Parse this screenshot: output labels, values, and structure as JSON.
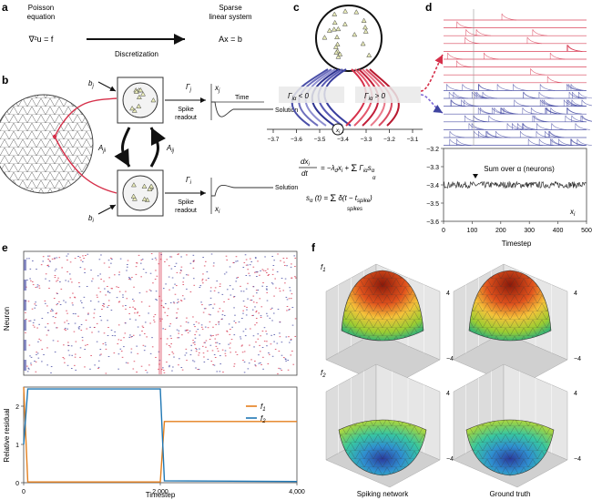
{
  "panels": {
    "a": {
      "label": "a",
      "left_title_1": "Poisson",
      "left_title_2": "equation",
      "equation": "∇²u = f",
      "arrow_label": "Discretization",
      "right_title_1": "Sparse",
      "right_title_2": "linear system",
      "system": "Ax = b"
    },
    "b": {
      "label": "b",
      "bj": "b",
      "bj_sub": "j",
      "bi": "b",
      "bi_sub": "i",
      "Aji": "A",
      "Aji_sub": "ji",
      "Aij": "A",
      "Aij_sub": "ij",
      "gamma_j": "Γ",
      "gamma_j_sub": "j",
      "gamma_i": "Γ",
      "gamma_i_sub": "i",
      "spike_readout_1": "Spike",
      "spike_readout_2": "readout",
      "xj": "x",
      "xj_sub": "j",
      "xi": "x",
      "xi_sub": "i",
      "time_label": "Time",
      "solution_label_top": "Solution",
      "solution_label_bottom": "Solution"
    },
    "c": {
      "label": "c",
      "gamma_neg": "Γ",
      "gamma_neg_sub": "iα",
      "gamma_neg_tail": " < 0",
      "gamma_pos": "Γ",
      "gamma_pos_sub": "iα",
      "gamma_pos_tail": " > 0",
      "axis_ticks": [
        "−3.7",
        "−3.6",
        "−3.5",
        "−3.4",
        "−3.3",
        "−3.2",
        "−3.1"
      ],
      "node_label": "x",
      "node_sub": "i",
      "eq1_lhs_num": "dx",
      "eq1_lhs_num_sub": "i",
      "eq1_lhs_den": "dt",
      "eq1_rhs": "= −λ",
      "eq1_rhs_sub": "d",
      "eq1_rhs_2": "x",
      "eq1_rhs_2_sub": "i",
      "eq1_rhs_3": " + ",
      "eq1_sum": "Σ",
      "eq1_sum_sub": "α",
      "eq1_rhs_4": " Γ",
      "eq1_rhs_4_sub": "iα",
      "eq1_rhs_5": "s",
      "eq1_rhs_5_sub": "α",
      "eq2_lhs": "s",
      "eq2_lhs_sub": "α",
      "eq2_lhs_tail": " (t) = ",
      "eq2_sum": "Σ",
      "eq2_sum_sub": "spikes",
      "eq2_rhs": " δ(t − t",
      "eq2_rhs_sub": "spike",
      "eq2_rhs_tail": ")"
    },
    "d": {
      "label": "d",
      "y_ticks": [
        "−3.2",
        "−3.3",
        "−3.4",
        "−3.5",
        "−3.6"
      ],
      "x_ticks": [
        "0",
        "100",
        "200",
        "300",
        "400",
        "500"
      ],
      "xlabel": "Timestep",
      "annotation": "Sum over α (neurons)",
      "xi_label": "x",
      "xi_sub": "i"
    },
    "e": {
      "label": "e",
      "raster_ylabel": "Neuron",
      "res_ylabel": "Relative residual",
      "x_ticks": [
        "0",
        "2,000",
        "4,000"
      ],
      "xlabel": "Timestep",
      "legend_f1": "f",
      "legend_f1_sub": "1",
      "legend_f2": "f",
      "legend_f2_sub": "2",
      "y_ticks": [
        "2",
        "1",
        "0"
      ]
    },
    "f": {
      "label": "f",
      "row1": "f",
      "row1_sub": "1",
      "row2": "f",
      "row2_sub": "2",
      "ztick_top": "4",
      "ztick_bottom": "−4",
      "col1": "Spiking network",
      "col2": "Ground truth"
    }
  },
  "colors": {
    "red": "#d6304a",
    "blue": "#3f44a0",
    "orange": "#e47f1d",
    "teal_blue": "#1f77b4",
    "grey": "#888888"
  },
  "chart_data": [
    {
      "type": "line",
      "title": "",
      "xlabel": "Timestep",
      "ylabel": "",
      "xlim": [
        0,
        500
      ],
      "ylim": [
        -3.6,
        -3.2
      ],
      "series": [
        {
          "x": [
            0,
            100,
            200,
            300,
            400,
            500
          ],
          "values": [
            -3.4,
            -3.4,
            -3.4,
            -3.4,
            -3.4,
            -3.4
          ]
        }
      ]
    },
    {
      "type": "line",
      "title": "",
      "xlabel": "Timestep",
      "ylabel": "Relative residual",
      "xlim": [
        0,
        4000
      ],
      "ylim": [
        0,
        2.5
      ],
      "series": [
        {
          "name": "f1",
          "x": [
            0,
            60,
            2000,
            2060,
            4000
          ],
          "values": [
            2.5,
            0.02,
            0.02,
            1.6,
            1.6
          ]
        },
        {
          "name": "f2",
          "x": [
            0,
            60,
            2000,
            2060,
            4000
          ],
          "values": [
            1.0,
            2.45,
            2.45,
            0.05,
            0.03
          ]
        }
      ]
    }
  ]
}
